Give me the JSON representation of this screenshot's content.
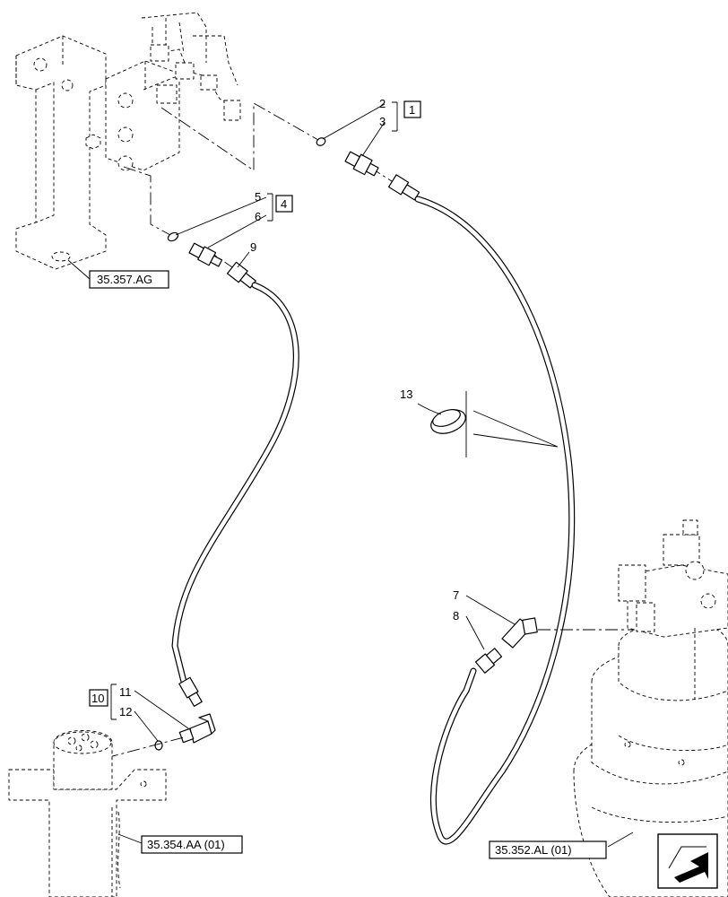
{
  "callouts": {
    "c1": "1",
    "c2": "2",
    "c3": "3",
    "c4": "4",
    "c5": "5",
    "c6": "6",
    "c7": "7",
    "c8": "8",
    "c9": "9",
    "c10": "10",
    "c11": "11",
    "c12": "12",
    "c13": "13"
  },
  "references": {
    "valve_block": "35.357.AG",
    "swivel_joint": "35.354.AA (01)",
    "swing_motor": "35.352.AL (01)"
  },
  "icons": {
    "navigation": "page-arrow-icon"
  }
}
